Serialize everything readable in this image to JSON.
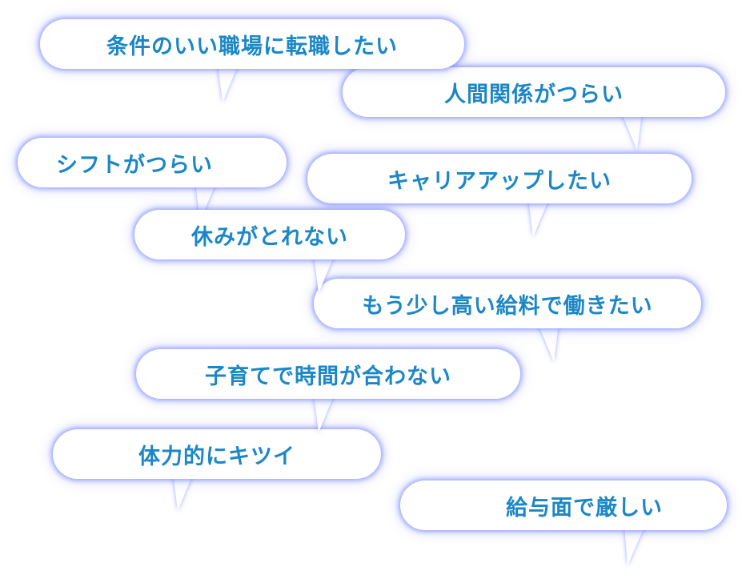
{
  "bubbles": [
    {
      "text": "条件のいい職場に転職したい"
    },
    {
      "text": "人間関係がつらい"
    },
    {
      "text": "シフトがつらい"
    },
    {
      "text": "キャリアアップしたい"
    },
    {
      "text": "休みがとれない"
    },
    {
      "text": "もう少し高い給料で働きたい"
    },
    {
      "text": "子育てで時間が合わない"
    },
    {
      "text": "体力的にキツイ"
    },
    {
      "text": "給与面で厳しい"
    }
  ],
  "colors": {
    "text": "#1c87c6",
    "glow": "#5a69ff",
    "bubble": "#ffffff"
  }
}
